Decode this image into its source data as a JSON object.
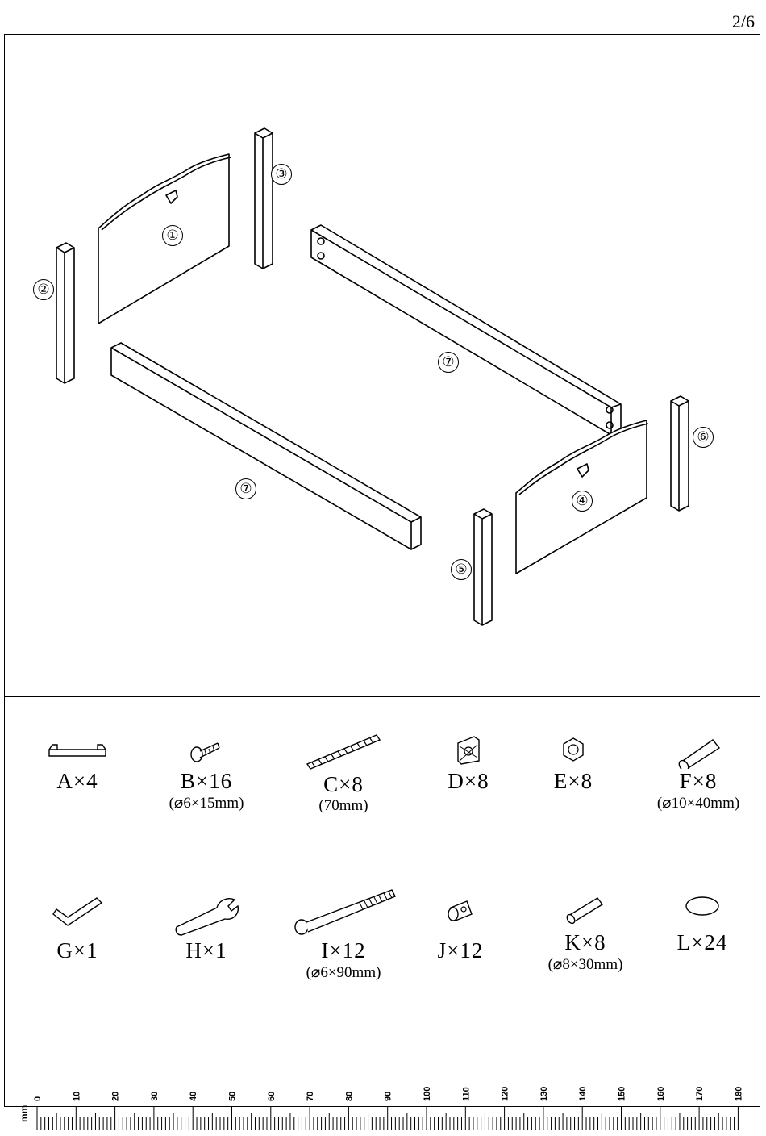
{
  "page_number": "2/6",
  "callouts": {
    "p1": "①",
    "p2": "②",
    "p3": "③",
    "p4": "④",
    "p5": "⑤",
    "p6": "⑥",
    "p7a": "⑦",
    "p7b": "⑦"
  },
  "hardware": {
    "A": {
      "label": "A×4",
      "spec": ""
    },
    "B": {
      "label": "B×16",
      "spec": "(⌀6×15mm)"
    },
    "C": {
      "label": "C×8",
      "spec": "(70mm)"
    },
    "D": {
      "label": "D×8",
      "spec": ""
    },
    "E": {
      "label": "E×8",
      "spec": ""
    },
    "F": {
      "label": "F×8",
      "spec": "(⌀10×40mm)"
    },
    "G": {
      "label": "G×1",
      "spec": ""
    },
    "H": {
      "label": "H×1",
      "spec": ""
    },
    "I": {
      "label": "I×12",
      "spec": "(⌀6×90mm)"
    },
    "J": {
      "label": "J×12",
      "spec": ""
    },
    "K": {
      "label": "K×8",
      "spec": "(⌀8×30mm)"
    },
    "L": {
      "label": "L×24",
      "spec": ""
    }
  },
  "ruler": {
    "unit": "mm",
    "labels": [
      "0",
      "10",
      "20",
      "30",
      "40",
      "50",
      "60",
      "70",
      "80",
      "90",
      "100",
      "110",
      "120",
      "130",
      "140",
      "150",
      "160",
      "170",
      "180"
    ]
  }
}
